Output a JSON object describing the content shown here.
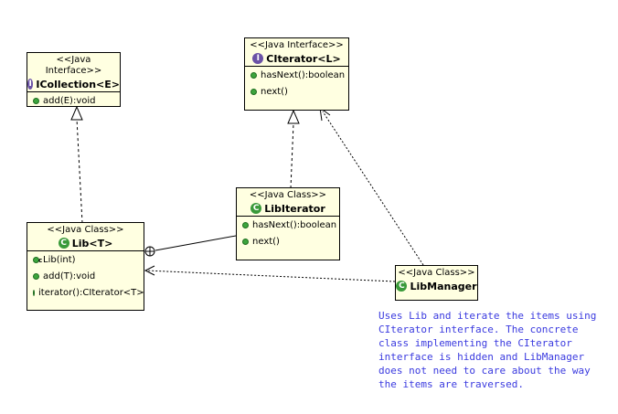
{
  "classes": {
    "icollection": {
      "stereotype": "<<Java Interface>>",
      "icon": "interface-icon",
      "icon_letter": "I",
      "name": "ICollection<E>",
      "members": [
        "add(E):void"
      ]
    },
    "citerator": {
      "stereotype": "<<Java Interface>>",
      "icon": "interface-icon",
      "icon_letter": "I",
      "name": "CIterator<L>",
      "members": [
        "hasNext():boolean",
        "next()"
      ]
    },
    "libiterator": {
      "stereotype": "<<Java Class>>",
      "icon": "class-icon",
      "icon_letter": "C",
      "name": "LibIterator",
      "members": [
        "hasNext():boolean",
        "next()"
      ]
    },
    "lib": {
      "stereotype": "<<Java Class>>",
      "icon": "class-icon",
      "icon_letter": "C",
      "name": "Lib<T>",
      "constructor_marker": "c",
      "members": [
        "Lib(int)",
        "add(T):void",
        "iterator():CIterator<T>"
      ]
    },
    "libmanager": {
      "stereotype": "<<Java Class>>",
      "icon": "class-icon",
      "icon_letter": "C",
      "name": "LibManager",
      "members": []
    }
  },
  "note": "Uses Lib and iterate the items using\nCIterator interface. The concrete\nclass implementing the CIterator\ninterface is hidden and LibManager\ndoes not need to care about the way\nthe items are traversed.",
  "colors": {
    "box_fill": "#ffffe1",
    "note_text": "#3a3adf",
    "interface_icon": "#6b52a6",
    "class_icon": "#3a9a3a",
    "member_dot": "#3da53d"
  }
}
